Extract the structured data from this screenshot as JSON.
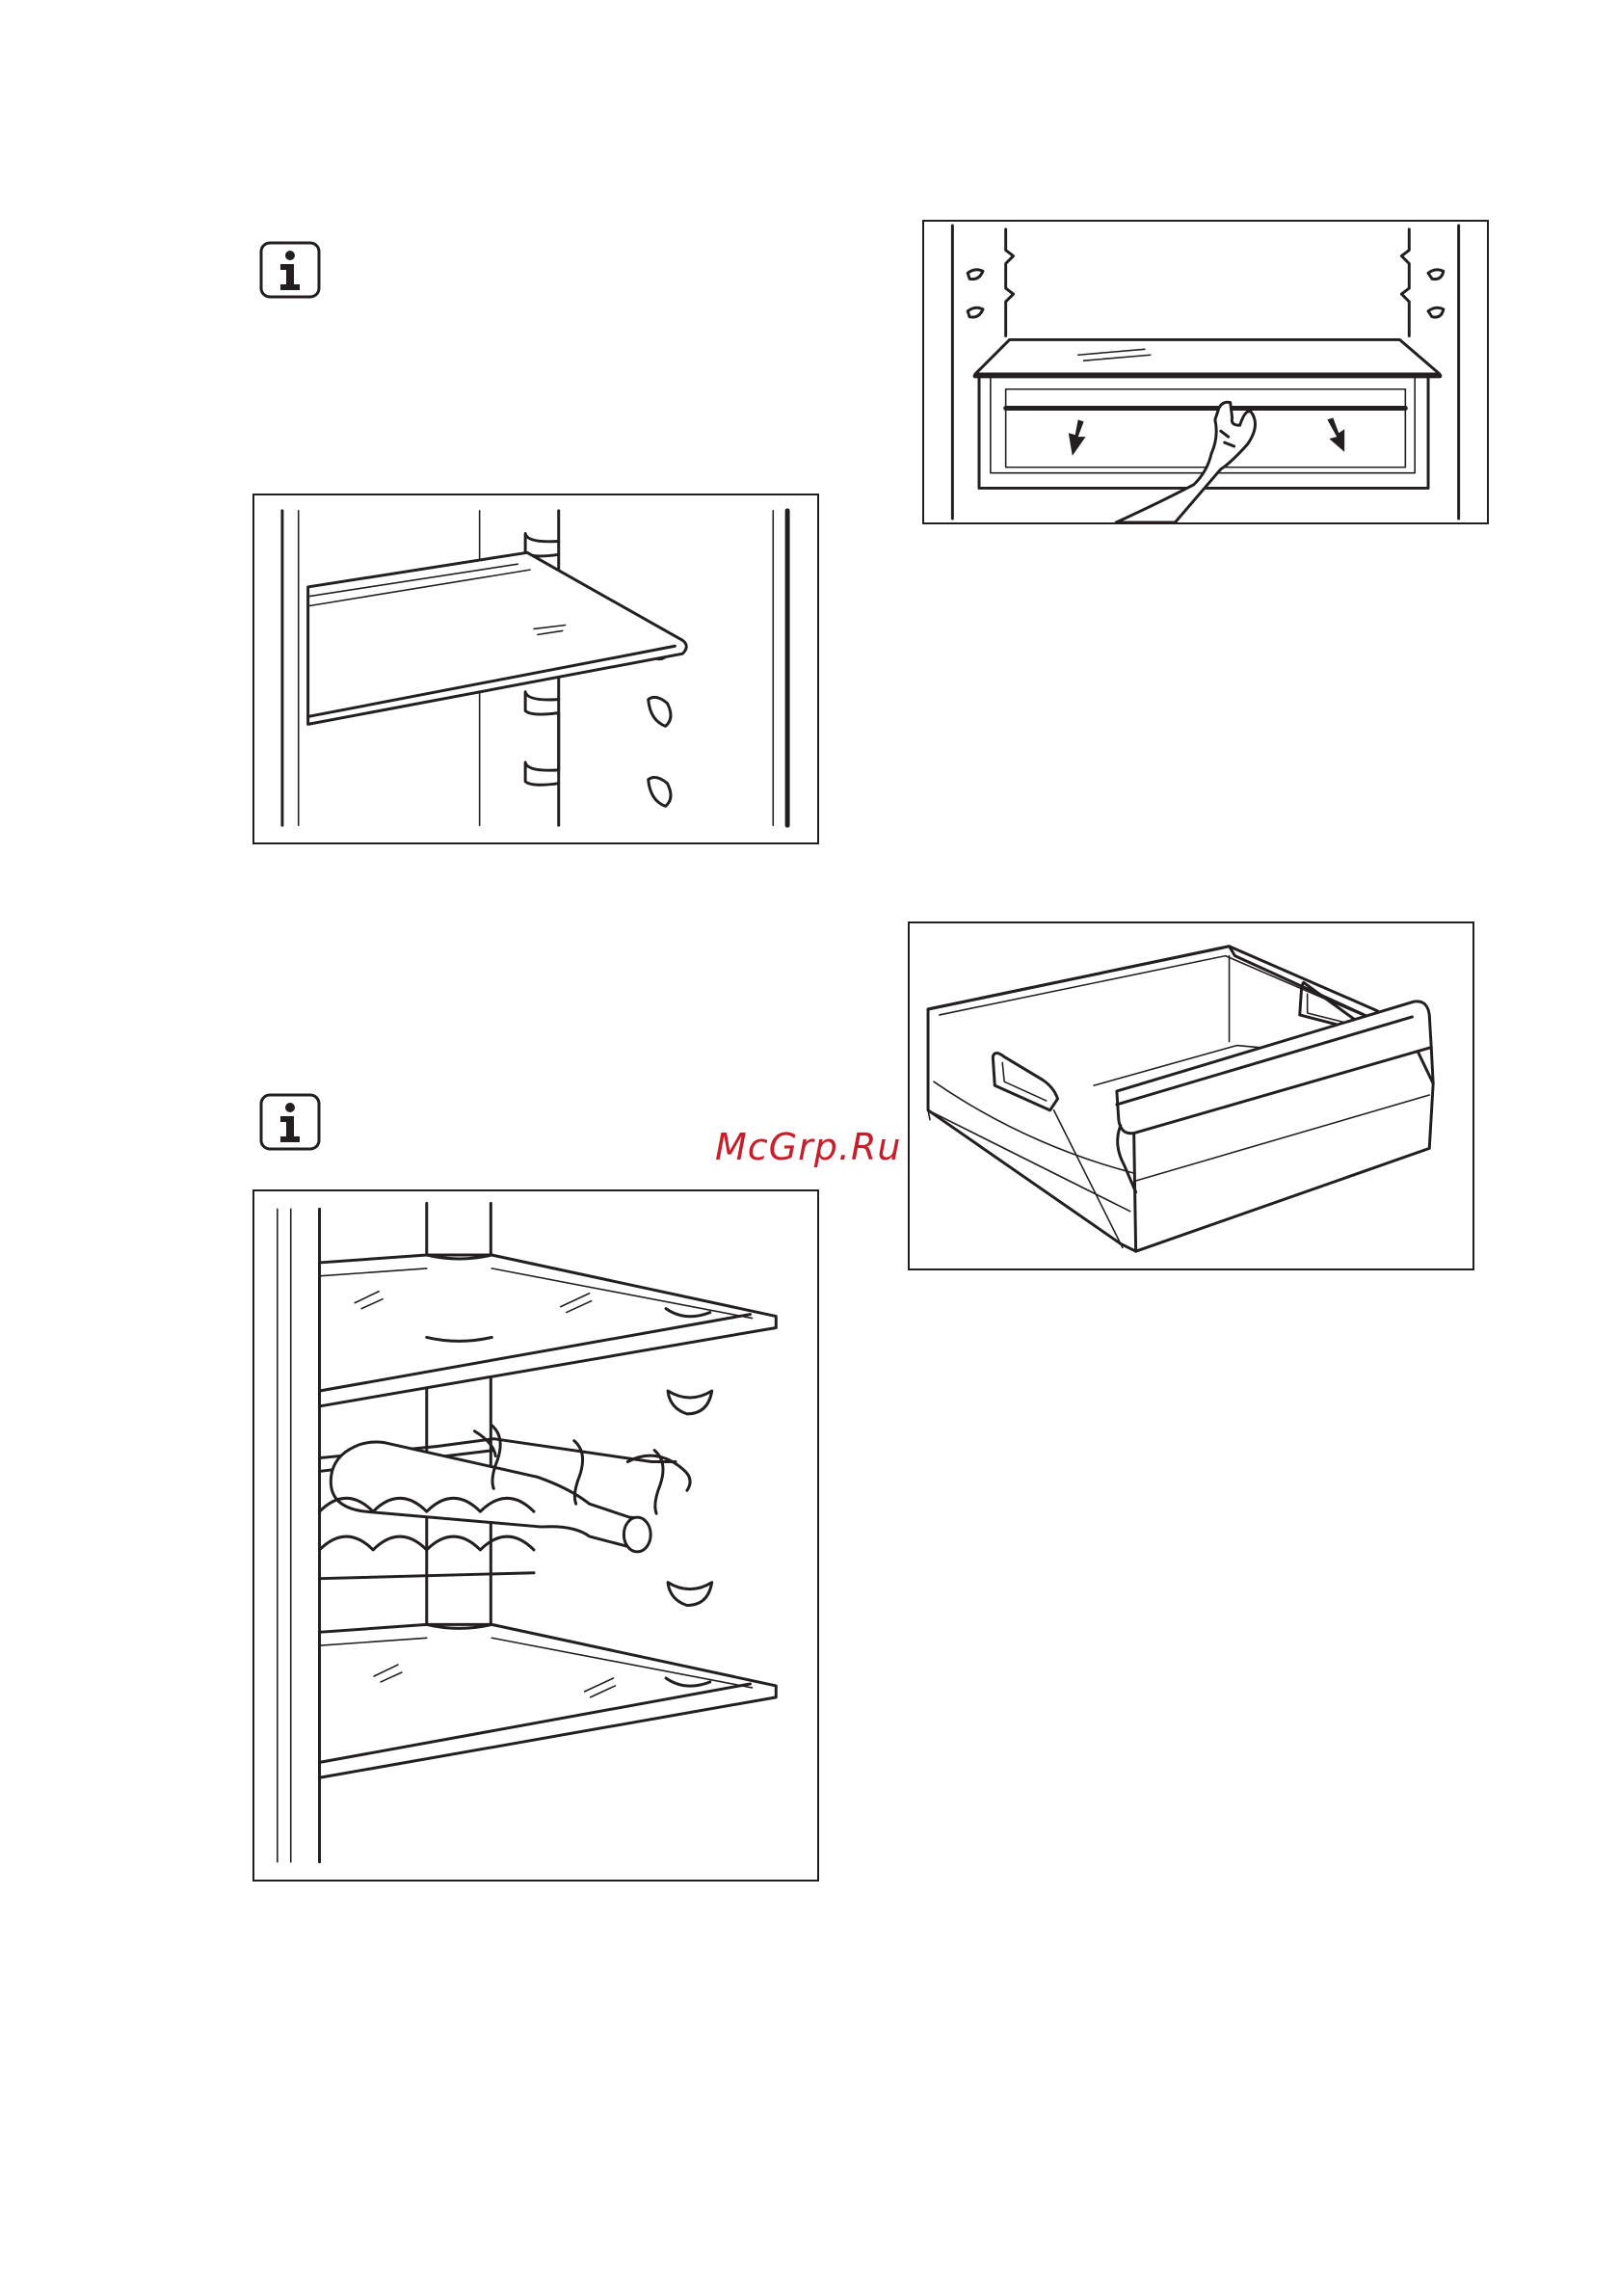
{
  "page": {
    "watermark": "McGrp.Ru"
  },
  "icons": {
    "info_1": "info-icon",
    "info_2": "info-icon"
  },
  "illustrations": [
    {
      "id": "shelf",
      "icon": "glass-shelf-illustration"
    },
    {
      "id": "wine-rack",
      "icon": "wine-rack-illustration"
    },
    {
      "id": "crisper-cover",
      "icon": "crisper-cover-illustration"
    },
    {
      "id": "crisper-drawer",
      "icon": "vegetable-drawer-illustration"
    }
  ],
  "colors": {
    "line": "#231f20",
    "watermark": "#c81e2a"
  }
}
